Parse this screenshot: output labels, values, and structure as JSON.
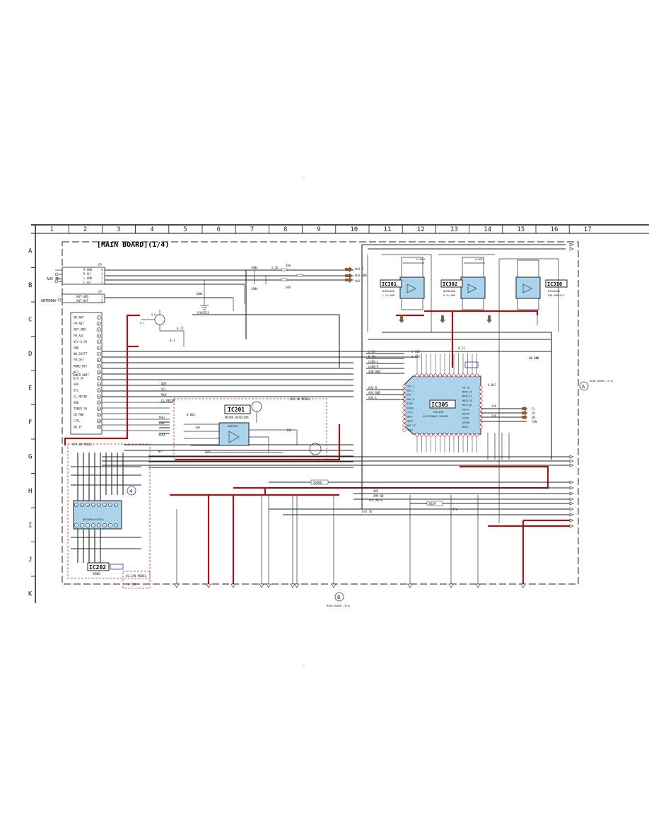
{
  "page_marks": {
    "top_dot": ".",
    "bottom_dot": "."
  },
  "columns": [
    "1",
    "2",
    "3",
    "4",
    "5",
    "6",
    "7",
    "8",
    "9",
    "10",
    "11",
    "12",
    "13",
    "14",
    "15",
    "16",
    "17"
  ],
  "rows": [
    "A",
    "B",
    "C",
    "D",
    "E",
    "F",
    "G",
    "H",
    "I",
    "J",
    "K"
  ],
  "title": "[MAIN BOARD](1/4)",
  "ic201": {
    "name": "IC201",
    "part": "BA6209F",
    "func": "MOTOR DETECTOR"
  },
  "ic202": {
    "name": "IC202",
    "part": "BU2090F/HC4015"
  },
  "ic301": {
    "name": "IC301",
    "part": "NJM4580D",
    "func": "L-CH AMP"
  },
  "ic302": {
    "name": "IC302",
    "part": "NJM4580D",
    "func": "R-CH AMP"
  },
  "ic310": {
    "name": "IC310",
    "part": "NJM4580D",
    "func": "SUB AMP/SLT"
  },
  "ic305": {
    "name": "IC305",
    "part": "TA2149N",
    "func": "ELECTRONIC VOLUME",
    "left_pins": [
      "IN1_L",
      "AUX_L",
      "PO+",
      "AUX_R",
      "FADE",
      "PHASE",
      "TEST",
      "MAFT",
      "MUTE",
      "MAF-IT",
      "INPX"
    ],
    "right_pins": [
      "IN-1R",
      "MUTE_FD",
      "MUTE_FL",
      "MUTE_FR",
      "MUTE_BL",
      "OUTFL",
      "OUTFR",
      "OUTBL",
      "OUTBR",
      "BASS"
    ]
  },
  "tuner_pins": [
    "AM-ANT",
    "FM-ANT",
    "ANT-GND",
    "FM_AGC",
    "VCC-8.5V",
    "GND",
    "ON_SHIFT",
    "FM_DET",
    "MONO_DET",
    "NFT",
    "D/U 5V",
    "SDA",
    "SCL",
    "CL_METER",
    "GND",
    "TUNER 5V",
    "CD-PWR",
    "LVCL",
    "AM_IF"
  ],
  "tuner_label": "TUNER UNIT",
  "aux_in": {
    "label": "AUX IN",
    "pins": [
      "R-GND",
      "R-CH",
      "L-GND",
      "L-CH"
    ],
    "nums": [
      "4",
      "3",
      "2",
      "1"
    ],
    "conn": "CP"
  },
  "antenna": {
    "label": "ANTENNA",
    "pins": [
      "ANT-GND",
      "ANT-HOT"
    ],
    "nums": [
      "1",
      "2"
    ],
    "conn": "CP"
  },
  "chassis": "CHASSIS",
  "arrow_labels": [
    "AUX-R",
    "AUX-GND",
    "AUX-L"
  ],
  "ic305_inputs": [
    "L-CH",
    "R-CH",
    "LSUB-L",
    "LSUB-R",
    "SUB-GND",
    "AUX-R",
    "AUX-GND",
    "AUX-L"
  ],
  "bus_labels": [
    "SDA",
    "SCL",
    "MSW",
    "CL_METER",
    "TREx",
    "TRKL",
    "2AVA",
    "NFT"
  ],
  "bottom_buses": [
    "SOUND",
    "SW5",
    "AMP-ON",
    "VOL_MUTE",
    "BEEP",
    "D/U 5V"
  ],
  "output_labels": [
    "FL",
    "FR",
    "SW",
    "CEN"
  ],
  "notes": {
    "aep_uk": "AEP,UK MODEL",
    "us_can": "US,CAN MODEL",
    "model": "MODE"
  },
  "ref_a": {
    "letter": "A",
    "text": "MAIN BOARD (2/4)"
  },
  "ref_b": {
    "letter": "B",
    "text": "MAIN BOARD (3/4)"
  },
  "ref_4": "4",
  "values": [
    "100k",
    "2.2k",
    "10k",
    "47k",
    "0.0033",
    "0.1",
    "1",
    "100",
    "220",
    "22k",
    "4.7k",
    "10 50V",
    "0.22",
    "0.047",
    "1 50V",
    "0.001"
  ],
  "colors": {
    "ic": "#aad4ec",
    "trace_red": "#a8141c",
    "text_red": "#c01820",
    "line": "#222222"
  }
}
